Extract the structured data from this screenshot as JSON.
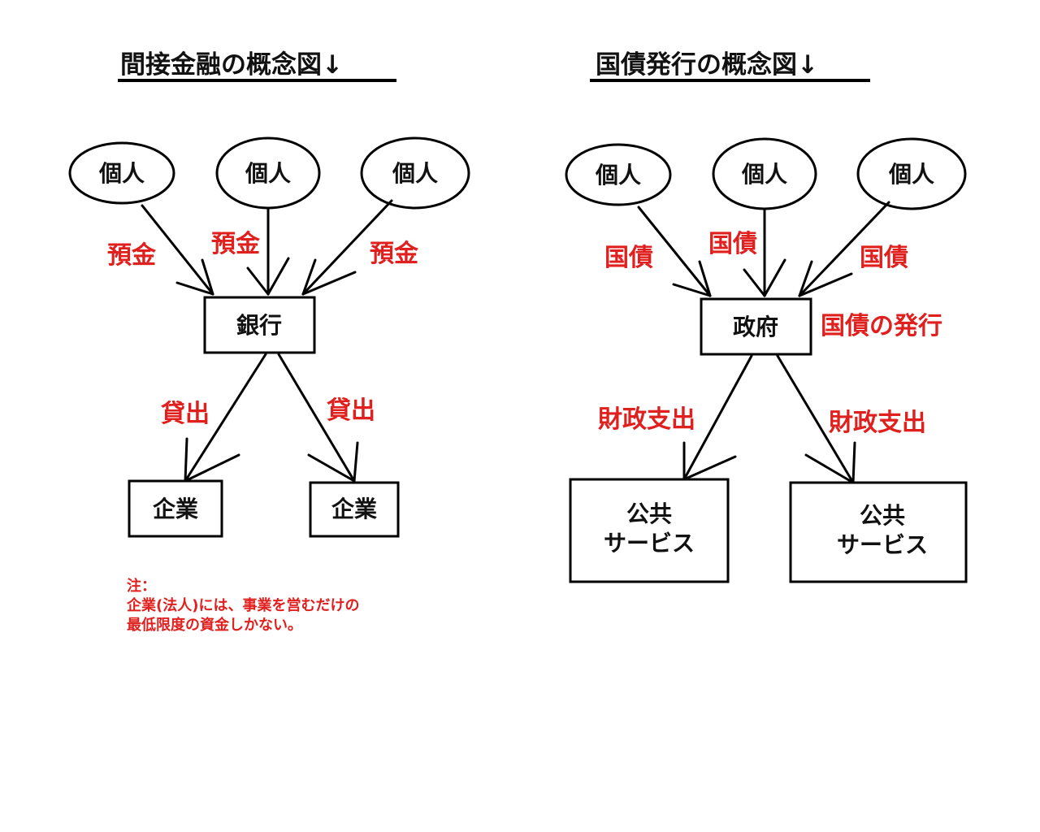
{
  "left": {
    "title": "間接金融の概念図↓",
    "individuals": [
      "個人",
      "個人",
      "個人"
    ],
    "deposit_labels": [
      "預金",
      "預金",
      "預金"
    ],
    "bank": "銀行",
    "loan_labels": [
      "貸出",
      "貸出"
    ],
    "companies": [
      "企業",
      "企業"
    ],
    "note": {
      "heading": "注：",
      "line1": "企業(法人)には、事業を営むだけの",
      "line2": "最低限度の資金しかない。"
    }
  },
  "right": {
    "title": "国債発行の概念図↓",
    "individuals": [
      "個人",
      "個人",
      "個人"
    ],
    "bond_labels": [
      "国債",
      "国債",
      "国債"
    ],
    "government": "政府",
    "issuance_label": "国債の発行",
    "spending_labels": [
      "財政支出",
      "財政支出"
    ],
    "public_services": [
      {
        "line1": "公共",
        "line2": "サービス"
      },
      {
        "line1": "公共",
        "line2": "サービス"
      }
    ]
  },
  "colors": {
    "red_label": "#e0201e",
    "outline": "#000000",
    "background": "#ffffff"
  }
}
